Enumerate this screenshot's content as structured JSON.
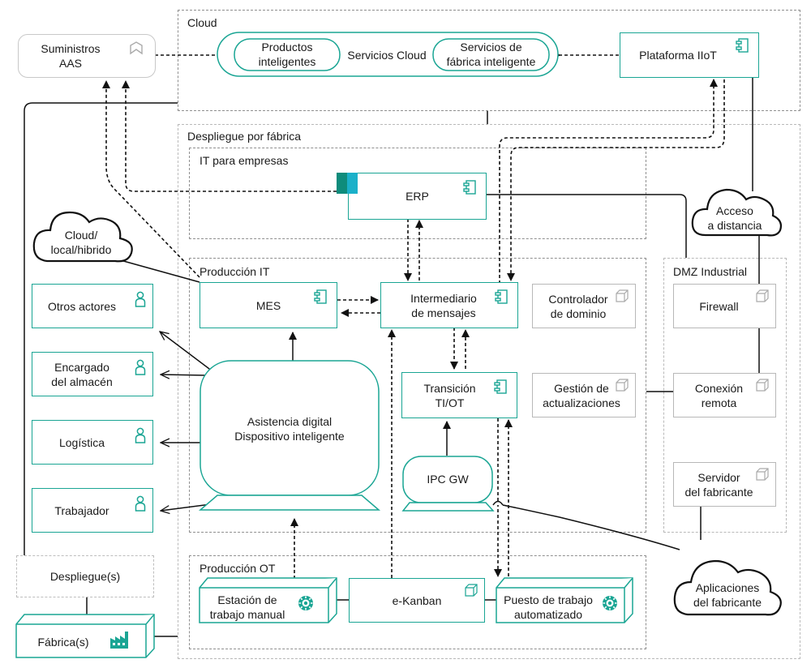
{
  "colors": {
    "accent": "#1aa594",
    "accent_dark": "#0e8c7c",
    "gray_border": "#b8b8b8",
    "zone_border": "#8f8f8f",
    "erp_tab": "#1ab0c9"
  },
  "zones": {
    "cloud": "Cloud",
    "factory": "Despliegue por fábrica",
    "it_enterprise": "IT para empresas",
    "production_it": "Producción IT",
    "dmz": "DMZ Industrial",
    "production_ot": "Producción OT"
  },
  "nodes": {
    "aas": "Suministros\nAAS",
    "cloud_services": "Servicios Cloud",
    "smart_products": "Productos\ninteligentes",
    "smart_factory": "Servicios de\nfábrica inteligente",
    "iiot": "Plataforma IIoT",
    "erp": "ERP",
    "remote_access": "Acceso\na distancia",
    "hybrid_cloud": "Cloud/\nlocal/hibrido",
    "mes": "MES",
    "broker": "Intermediario\nde mensajes",
    "domain_controller": "Controlador\nde dominio",
    "firewall": "Firewall",
    "other_actors": "Otros actores",
    "warehouse": "Encargado\ndel almacén",
    "logistics": "Logística",
    "worker": "Trabajador",
    "digital_assistance": "Asistencia digital\nDispositivo inteligente",
    "it_ot": "Transición\nTI/OT",
    "updates": "Gestión de\nactualizaciones",
    "remote_connection": "Conexión\nremota",
    "ipc_gw": "IPC GW",
    "vendor_server": "Servidor\ndel fabricante",
    "vendor_apps": "Aplicaciones\ndel fabricante",
    "deployments": "Despliegue(s)",
    "factories": "Fábrica(s)",
    "manual_station": "Estación de\ntrabajo manual",
    "ekanban": "e-Kanban",
    "auto_station": "Puesto de trabajo\nautomatizado"
  },
  "icons": {
    "component": "component-icon",
    "device": "device-cube-icon",
    "actor": "person-icon",
    "gear": "gear-icon",
    "factory": "factory-icon",
    "supply": "supply-tag-icon"
  }
}
